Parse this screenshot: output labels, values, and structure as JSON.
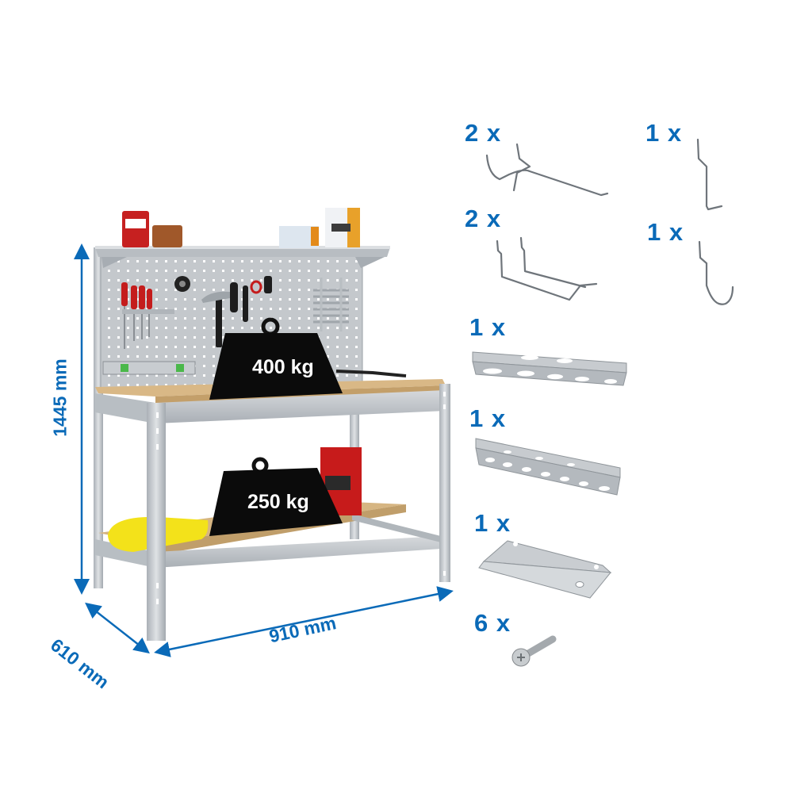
{
  "product": {
    "name": "Workbench with pegboard and accessories",
    "colors": {
      "accent_blue": "#0a6ab8",
      "steel": "#c3c7cb",
      "wood_top": "#d9b886",
      "weight_black": "#0b0b0b"
    }
  },
  "dimensions": {
    "height": "1445 mm",
    "depth": "610 mm",
    "width": "910 mm"
  },
  "load_capacity": {
    "top_shelf": "400 kg",
    "bottom_shelf": "250 kg"
  },
  "accessories": [
    {
      "qty": "2 x",
      "item": "long-double-pegboard-hook"
    },
    {
      "qty": "1 x",
      "item": "single-l-hook"
    },
    {
      "qty": "2 x",
      "item": "double-prong-hook"
    },
    {
      "qty": "1 x",
      "item": "j-hook"
    },
    {
      "qty": "1 x",
      "item": "screwdriver-holder-rail-large"
    },
    {
      "qty": "1 x",
      "item": "screwdriver-holder-rail-small"
    },
    {
      "qty": "1 x",
      "item": "flat-shelf-bracket"
    },
    {
      "qty": "6 x",
      "item": "screw"
    }
  ]
}
